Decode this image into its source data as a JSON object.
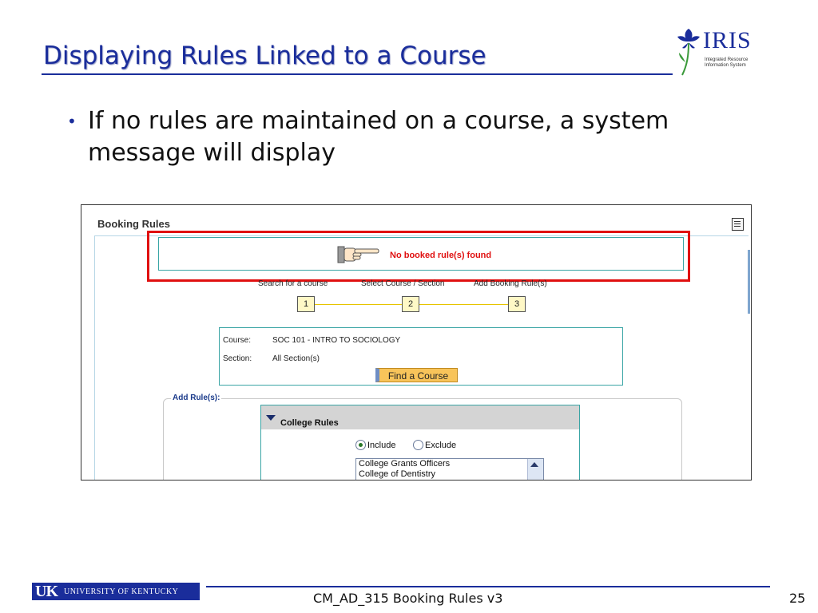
{
  "slide": {
    "title": "Displaying Rules Linked to a Course",
    "bullet": "If no rules are maintained on a course, a system message will display",
    "footer": "CM_AD_315 Booking Rules v3",
    "page_number": "25",
    "logo_text": "IRIS",
    "logo_subtitle_1": "Integrated Resource",
    "logo_subtitle_2": "Information System",
    "university_abbr": "UK",
    "university_name": "UNIVERSITY OF KENTUCKY"
  },
  "screenshot": {
    "title": "Booking Rules",
    "message": "No booked rule(s) found",
    "steps": [
      {
        "label": "Search for a course",
        "number": "1"
      },
      {
        "label": "Select Course / Section",
        "number": "2"
      },
      {
        "label": "Add Booking Rule(s)",
        "number": "3"
      }
    ],
    "course_label": "Course:",
    "course_value": "SOC 101 - INTRO TO SOCIOLOGY",
    "section_label": "Section:",
    "section_value": "All Section(s)",
    "find_button": "Find a Course",
    "add_rules_legend": "Add Rule(s):",
    "rules_panel_title": "College Rules",
    "radio_include": "Include",
    "radio_exclude": "Exclude",
    "radio_selected": "Include",
    "list_items": [
      "College Grants Officers",
      "College of Dentistry"
    ]
  },
  "colors": {
    "title_blue": "#1a2d9b",
    "alert_red": "#e01010",
    "teal_border": "#3aa5a5",
    "button_orange": "#f8c45a"
  }
}
